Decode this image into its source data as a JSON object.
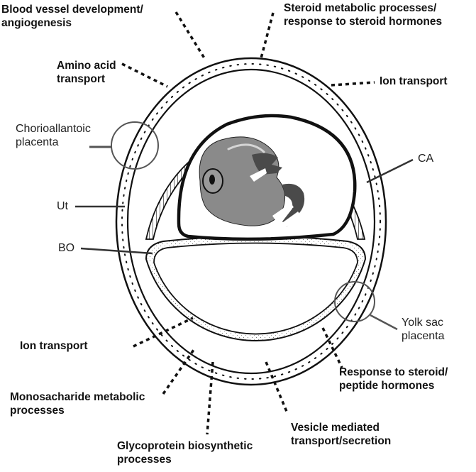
{
  "labels": {
    "blood_vessel": "Blood vessel development/\nangiogenesis",
    "steroid_metabolic": "Steroid metabolic processes/\nresponse to steroid hormones",
    "amino_acid": "Amino acid\ntransport",
    "ion_transport_top": "Ion transport",
    "chorioallantoic": "Chorioallantoic\nplacenta",
    "ca": "CA",
    "ut": "Ut",
    "bo": "BO",
    "yolk_sac": "Yolk sac\nplacenta",
    "ion_transport_bottom": "Ion transport",
    "response_steroid_peptide": "Response to steroid/\npeptide hormones",
    "monosacharide": "Monosacharide metabolic\nprocesses",
    "vesicle": "Vesicle mediated\ntransport/secretion",
    "glycoprotein": "Glycoprotein biosynthetic\nprocesses"
  },
  "colors": {
    "outline": "#111111",
    "embryo_body": "#8a8a8a",
    "embryo_limb": "#4a4a4a",
    "connector_gray": "#555555"
  }
}
